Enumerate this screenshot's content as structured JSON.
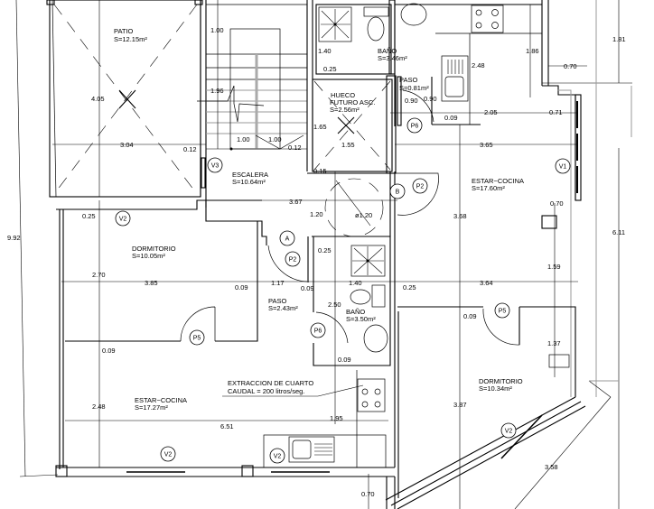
{
  "rooms": [
    {
      "name": "PATIO",
      "area": "S=12.15m²"
    },
    {
      "name": "BAÑO",
      "area": "S=3.46m²"
    },
    {
      "name": "PASO",
      "area": "S=0.81m²"
    },
    {
      "name": "HUECO",
      "name2": "FUTURO  ASC.",
      "area": "S=2.56m²"
    },
    {
      "name": "ESCALERA",
      "area": "S=10.64m²"
    },
    {
      "name": "ESTAR−COCINA",
      "area": "S=17.60m²"
    },
    {
      "name": "DORMITORIO",
      "area": "S=10.05m²"
    },
    {
      "name": "PASO",
      "area": "S=2.43m²"
    },
    {
      "name": "BAÑO",
      "area": "S=3.50m²"
    },
    {
      "name": "ESTAR−COCINA",
      "area": "S=17.27m²"
    },
    {
      "name": "DORMITORIO",
      "area": "S=10.34m²"
    }
  ],
  "note": {
    "line1": "EXTRACCION  DE  CUARTO",
    "line2": "CAUDAL  =  200  litros/seg."
  },
  "dims": [
    "1.00",
    "4.05",
    "1.96",
    "3.04",
    "0.12",
    "1.00",
    "1.00",
    "0.12",
    "3.67",
    "0.25",
    "9.92",
    "1.40",
    "0.25",
    "1.65",
    "1.55",
    "0.15",
    "1.20",
    "ø1.20",
    "0.90",
    "0.90",
    "0.09",
    "2.05",
    "0.71",
    "3.65",
    "1.86",
    "2.48",
    "0.70",
    "1.81",
    "0.70",
    "3.68",
    "6.11",
    "0.25",
    "2.70",
    "3.85",
    "0.09",
    "1.17",
    "0.09",
    "1.40",
    "2.50",
    "0.25",
    "3.64",
    "1.59",
    "0.09",
    "0.09",
    "0.09",
    "1.37",
    "2.48",
    "6.51",
    "1.95",
    "3.87",
    "3.58",
    "0.70"
  ],
  "tags": [
    "V2",
    "V3",
    "A",
    "B",
    "P2",
    "P2",
    "P6",
    "P6",
    "V1",
    "P5",
    "P5",
    "V2",
    "V2",
    "V2"
  ]
}
